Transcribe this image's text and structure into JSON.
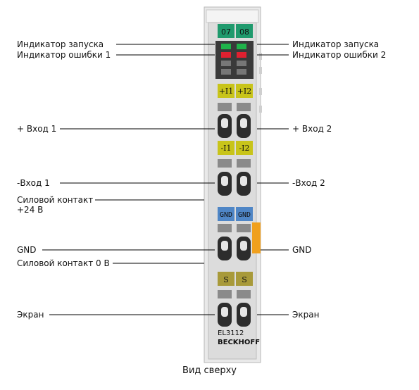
{
  "callouts_left": {
    "run_led": "Индикатор запуска",
    "error_led_1": "Индикатор ошибки 1",
    "input_plus_1": "+ Вход 1",
    "input_minus_1": "-Вход 1",
    "power_contact_24v_line1": "Силовой контакт",
    "power_contact_24v_line2": "+24 В",
    "gnd": "GND",
    "power_contact_0v": "Силовой контакт 0 В",
    "shield": "Экран"
  },
  "callouts_right": {
    "run_led": "Индикатор запуска",
    "error_led_2": "Индикатор ошибки 2",
    "input_plus_2": "+ Вход 2",
    "input_minus_2": "-Вход 2",
    "gnd": "GND",
    "shield": "Экран"
  },
  "module": {
    "channel_labels": [
      "07",
      "08"
    ],
    "plus_labels": [
      "+I1",
      "+I2"
    ],
    "minus_labels": [
      "-I1",
      "-I2"
    ],
    "gnd_labels": [
      "GND",
      "GND"
    ],
    "shield_labels": [
      "S",
      "S"
    ],
    "model": "EL3112",
    "brand": "BECKHOFF"
  },
  "caption": "Вид сверху",
  "colors": {
    "led_green": "#1f9a6d",
    "signal_yellow": "#c8c41a",
    "gnd_blue": "#4f86c6",
    "shield_olive": "#a89a3a",
    "side_orange": "#f0a01e",
    "housing": "#e6e6e6"
  }
}
